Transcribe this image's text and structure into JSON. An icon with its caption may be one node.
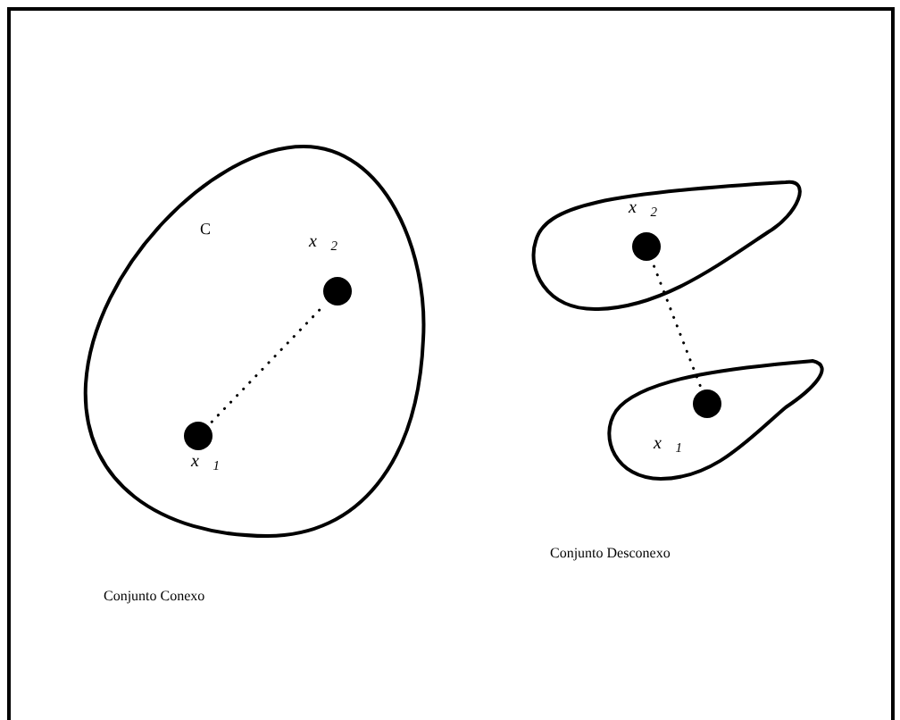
{
  "diagram": {
    "nodes": [
      {
        "text": [
          "C"
        ],
        "beside": [
          "Conjunto Conexo"
        ]
      },
      {
        "text": [],
        "shape": "circle",
        "in": 0,
        "beside": [
          "x⃗$_{2}$"
        ]
      },
      {
        "text": [],
        "shape": "circle",
        "in": 0,
        "beside": [
          "x⃗$_{1}$"
        ]
      },
      {
        "text": [],
        "shape": "blob"
      },
      {
        "text": [],
        "shape": "circle",
        "in": 3,
        "beside": [
          "x⃗$_{2}$"
        ]
      },
      {
        "text": [],
        "shape": "blob"
      },
      {
        "text": [],
        "shape": "circle",
        "in": 5,
        "beside": [
          "x⃗$_{1}$"
        ]
      }
    ],
    "edges": [
      {
        "from": 2,
        "to": 1,
        "arrow": "none",
        "style": "dashed"
      },
      {
        "from": 6,
        "to": 4,
        "arrow": "none",
        "style": "dashed"
      }
    ],
    "labels": [
      "Conjunto Desconexo"
    ]
  }
}
